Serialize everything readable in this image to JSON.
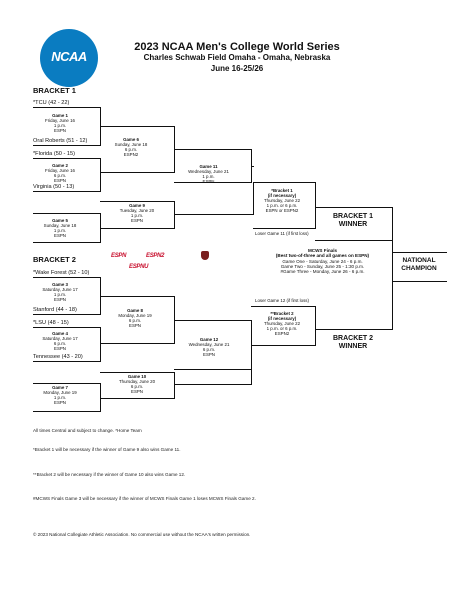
{
  "header": {
    "logo_text": "NCAA",
    "title": "2023 NCAA Men's College World Series",
    "subtitle": "Charles Schwab Field Omaha - Omaha, Nebraska",
    "dates": "June 16-25/26"
  },
  "bracket1": {
    "label": "BRACKET 1",
    "teams": [
      "*TCU (42 - 22)",
      "Oral Roberts (51 - 12)",
      "*Florida (50 - 15)",
      "Virginia (50 - 13)"
    ],
    "games": {
      "g1": [
        "Game 1",
        "Friday, June 16",
        "1 p.m.",
        "ESPN"
      ],
      "g2": [
        "Game 2",
        "Friday, June 16",
        "6 p.m.",
        "ESPN"
      ],
      "g5": [
        "Game 5",
        "Sunday, June 18",
        "1 p.m.",
        "ESPN"
      ],
      "g6": [
        "Game 6",
        "Sunday, June 18",
        "6 p.m.",
        "ESPN2"
      ],
      "g9": [
        "Game 9",
        "Tuesday, June 20",
        "1 p.m.",
        "ESPN"
      ],
      "g11": [
        "Game 11",
        "Wednesday, June 21",
        "1 p.m.",
        "ESPN"
      ],
      "b1": [
        "*Bracket 1",
        "(if necessary)",
        "Thursday, June 22",
        "1 p.m. or 6 p.m.",
        "ESPN or ESPN2"
      ]
    },
    "winner": [
      "BRACKET 1",
      "WINNER"
    ],
    "loser_note": "Loser Game 11 (if first loss)"
  },
  "bracket2": {
    "label": "BRACKET 2",
    "teams": [
      "*Wake Forest (52 - 10)",
      "Stanford (44 - 18)",
      "*LSU (48 - 15)",
      "Tennessee (43 - 20)"
    ],
    "games": {
      "g3": [
        "Game 3",
        "Saturday, June 17",
        "1 p.m.",
        "ESPN"
      ],
      "g4": [
        "Game 4",
        "Saturday, June 17",
        "6 p.m.",
        "ESPN"
      ],
      "g7": [
        "Game 7",
        "Monday, June 19",
        "1 p.m.",
        "ESPN"
      ],
      "g8": [
        "Game 8",
        "Monday, June 19",
        "6 p.m.",
        "ESPN"
      ],
      "g10": [
        "Game 10",
        "Thursday, June 20",
        "6 p.m.",
        "ESPN"
      ],
      "g12": [
        "Game 12",
        "Wednesday, June 21",
        "6 p.m.",
        "ESPN"
      ],
      "b2": [
        "**Bracket 2",
        "(if necessary)",
        "Thursday, June 22",
        "1 p.m. or 6 p.m.",
        "ESPN2"
      ]
    },
    "winner": [
      "BRACKET 2",
      "WINNER"
    ],
    "loser_note": "Loser Game 12 (if first loss)"
  },
  "finals": {
    "lines": [
      "MCWS Finals",
      "(Best two-of-three and all games on ESPN)",
      "Game One - Saturday, June 24 - 6 p.m.",
      "Game Two - Sunday, June 25 - 1:30 p.m.",
      "#Game Three - Monday, June 26 - 6 p.m."
    ],
    "champion": [
      "NATIONAL",
      "CHAMPION"
    ]
  },
  "networks": [
    "ESPN",
    "ESPN2",
    "ESPNU"
  ],
  "footnotes": [
    "All times Central and subject to change. *Home Team",
    "*Bracket 1 will be necessary if the winner of Game 9 also wins Game 11.",
    "**Bracket 2 will be necessary if the winner of Game 10 also wins Game 12.",
    "#MCWS Finals Game 3 will be necessary if the winner of MCWS Finals Game 1 loses MCWS Finals Game 2.",
    "© 2023 National Collegiate Athletic Association. No commercial use without the NCAA's written permission."
  ],
  "colors": {
    "ncaa_blue": "#0a7cc1",
    "espn_red": "#c8102e",
    "text": "#111111"
  }
}
